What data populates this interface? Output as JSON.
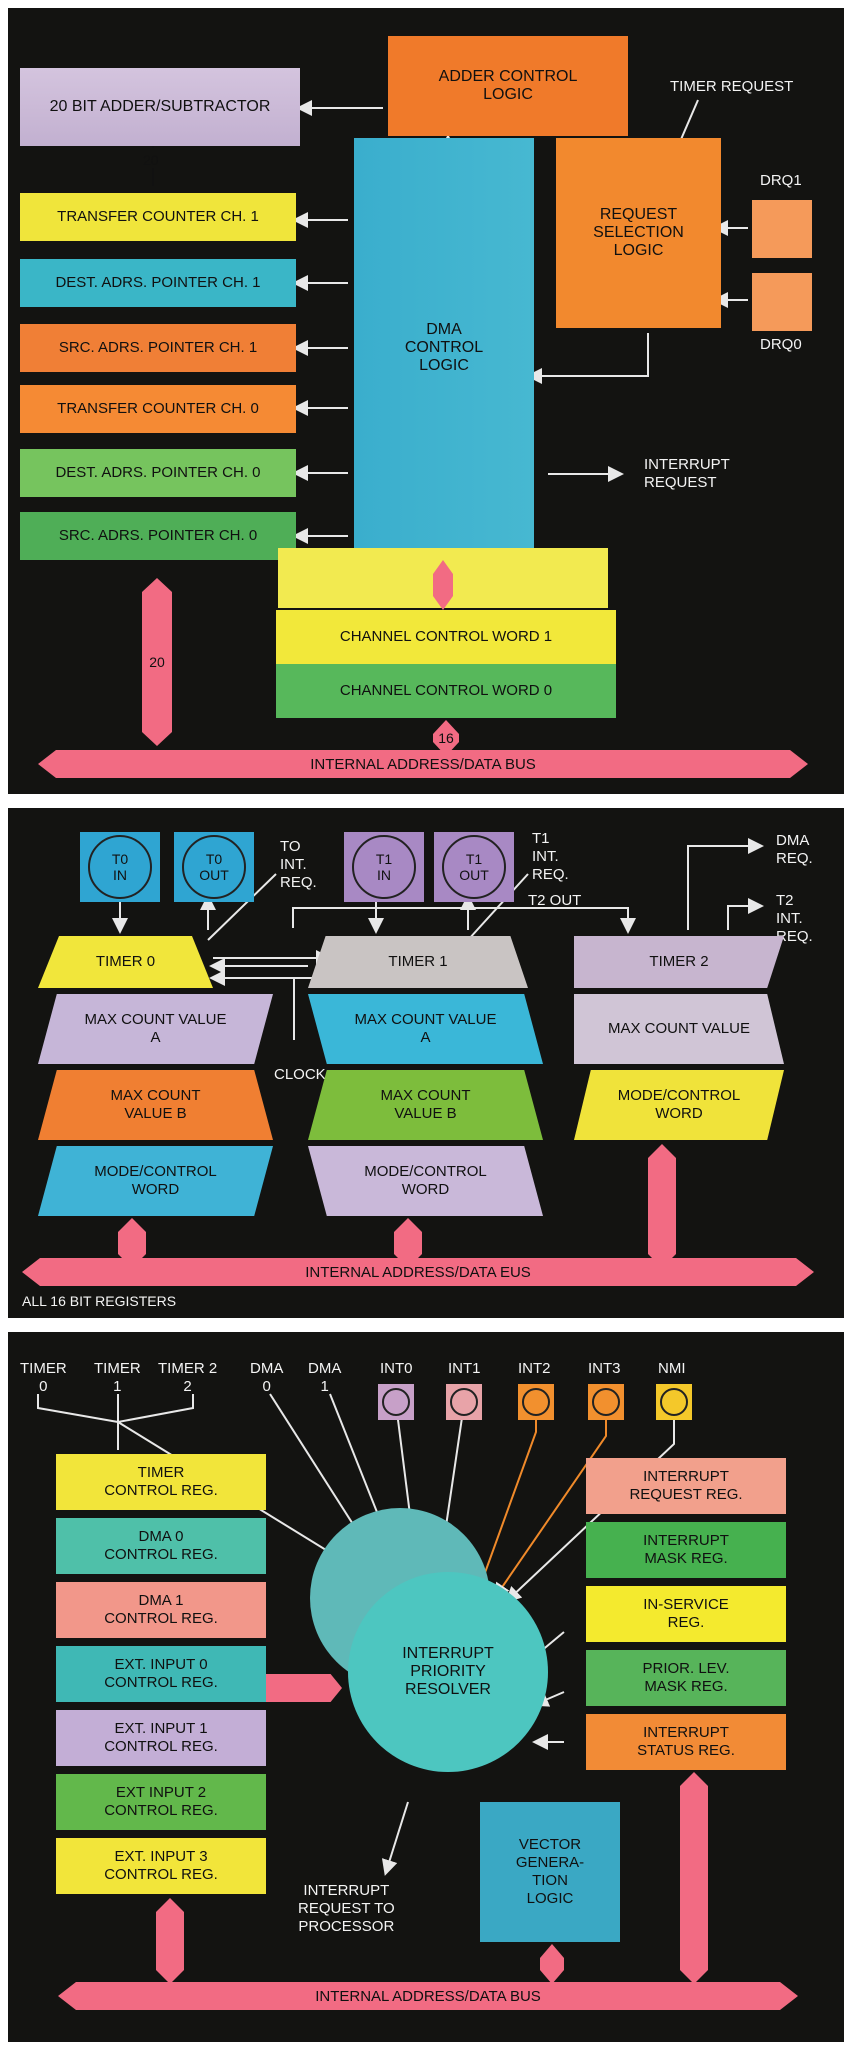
{
  "dma": {
    "adder": "20 BIT ADDER/SUBTRACTOR",
    "bit20_top": "20",
    "registers": [
      "TRANSFER COUNTER CH. 1",
      "DEST. ADRS. POINTER CH. 1",
      "SRC. ADRS. POINTER CH. 1",
      "TRANSFER COUNTER CH. 0",
      "DEST. ADRS. POINTER CH. 0",
      "SRC. ADRS. POINTER CH. 0"
    ],
    "adder_control": "ADDER CONTROL\nLOGIC",
    "dma_control": "DMA\nCONTROL\nLOGIC",
    "request_selection": "REQUEST\nSELECTION\nLOGIC",
    "timer_request": "TIMER REQUEST",
    "drq1": "DRQ1",
    "drq0": "DRQ0",
    "interrupt_request": "INTERRUPT\nREQUEST",
    "ccw1": "CHANNEL CONTROL WORD 1",
    "ccw0": "CHANNEL CONTROL WORD 0",
    "bit20_bus": "20",
    "bit16_bus": "16",
    "bus": "INTERNAL ADDRESS/DATA BUS"
  },
  "timers": {
    "t0_in": "T0\nIN",
    "t0_out": "T0\nOUT",
    "to_int_req": "TO\nINT.\nREQ.",
    "t1_in": "T1\nIN",
    "t1_out": "T1\nOUT",
    "t1_int_req": "T1\nINT.\nREQ.",
    "t2_out": "T2 OUT",
    "dma_req": "DMA\nREQ.",
    "t2_int_req": "T2\nINT.\nREQ.",
    "clock": "CLOCK",
    "timer0": "TIMER 0",
    "timer1": "TIMER 1",
    "timer2": "TIMER 2",
    "max_a_0": "MAX COUNT VALUE\nA",
    "max_b_0": "MAX COUNT\nVALUE B",
    "mode_0": "MODE/CONTROL\nWORD",
    "max_a_1": "MAX COUNT VALUE\nA",
    "max_b_1": "MAX COUNT\nVALUE B",
    "mode_1": "MODE/CONTROL\nWORD",
    "max_2": "MAX COUNT VALUE",
    "mode_2": "MODE/CONTROL\nWORD",
    "bus": "INTERNAL ADDRESS/DATA EUS",
    "note": "ALL 16 BIT REGISTERS"
  },
  "interrupt": {
    "inputs": [
      "TIMER\n0",
      "TIMER\n1",
      "TIMER 2\n2",
      "DMA\n0",
      "DMA\n1",
      "INT0",
      "INT1",
      "INT2",
      "INT3",
      "NMI"
    ],
    "left_regs": [
      "TIMER\nCONTROL REG.",
      "DMA 0\nCONTROL REG.",
      "DMA 1\nCONTROL REG.",
      "EXT. INPUT 0\nCONTROL REG.",
      "EXT. INPUT 1\nCONTROL REG.",
      "EXT INPUT 2\nCONTROL REG.",
      "EXT. INPUT 3\nCONTROL REG."
    ],
    "right_regs": [
      "INTERRUPT\nREQUEST REG.",
      "INTERRUPT\nMASK REG.",
      "IN-SERVICE\nREG.",
      "PRIOR. LEV.\nMASK REG.",
      "INTERRUPT\nSTATUS REG."
    ],
    "resolver": "INTERRUPT\nPRIORITY\nRESOLVER",
    "vector": "VECTOR\nGENERA-\nTION\nLOGIC",
    "to_processor": "INTERRUPT\nREQUEST TO\nPROCESSOR",
    "bus": "INTERNAL ADDRESS/DATA BUS"
  },
  "colors": {
    "bus": "#f26b83",
    "yellow": "#f3e83a",
    "teal": "#3fb6c8",
    "orange": "#f2822f",
    "green": "#6cbc59",
    "lavender": "#c6b0d6",
    "cyan": "#3bbfdb",
    "salmon": "#f2a08c"
  }
}
